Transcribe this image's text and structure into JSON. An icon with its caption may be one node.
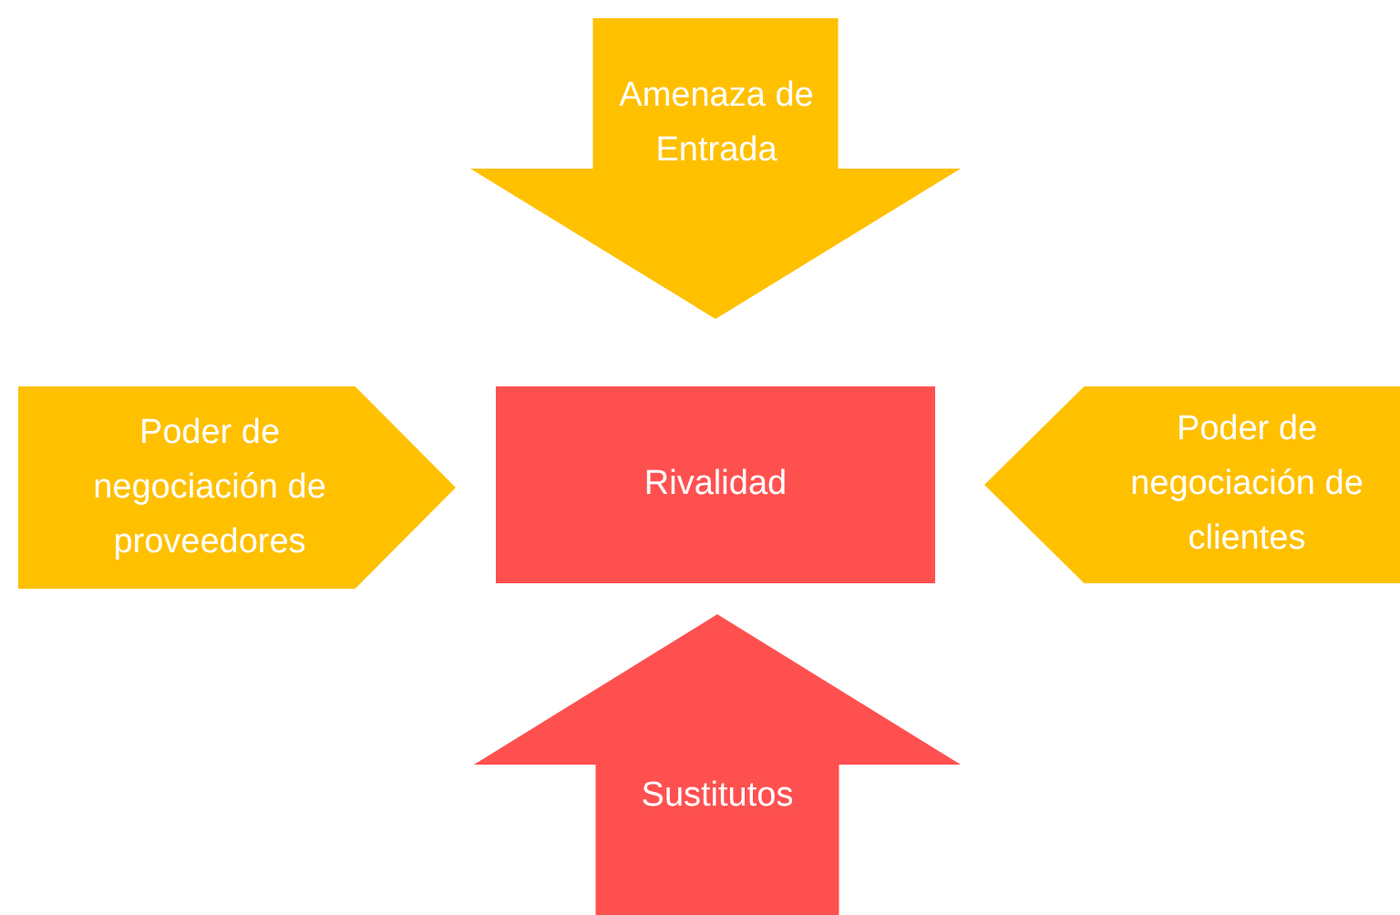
{
  "diagram": {
    "nodes": [
      {
        "text": [
          "Amenaza de Entrada"
        ]
      },
      {
        "text": [
          "Poder de negociación de proveedores"
        ]
      },
      {
        "text": [
          "Rivalidad"
        ]
      },
      {
        "text": [
          "Poder de negociación de clientes"
        ]
      },
      {
        "text": [
          "Sustitutos"
        ]
      }
    ]
  }
}
